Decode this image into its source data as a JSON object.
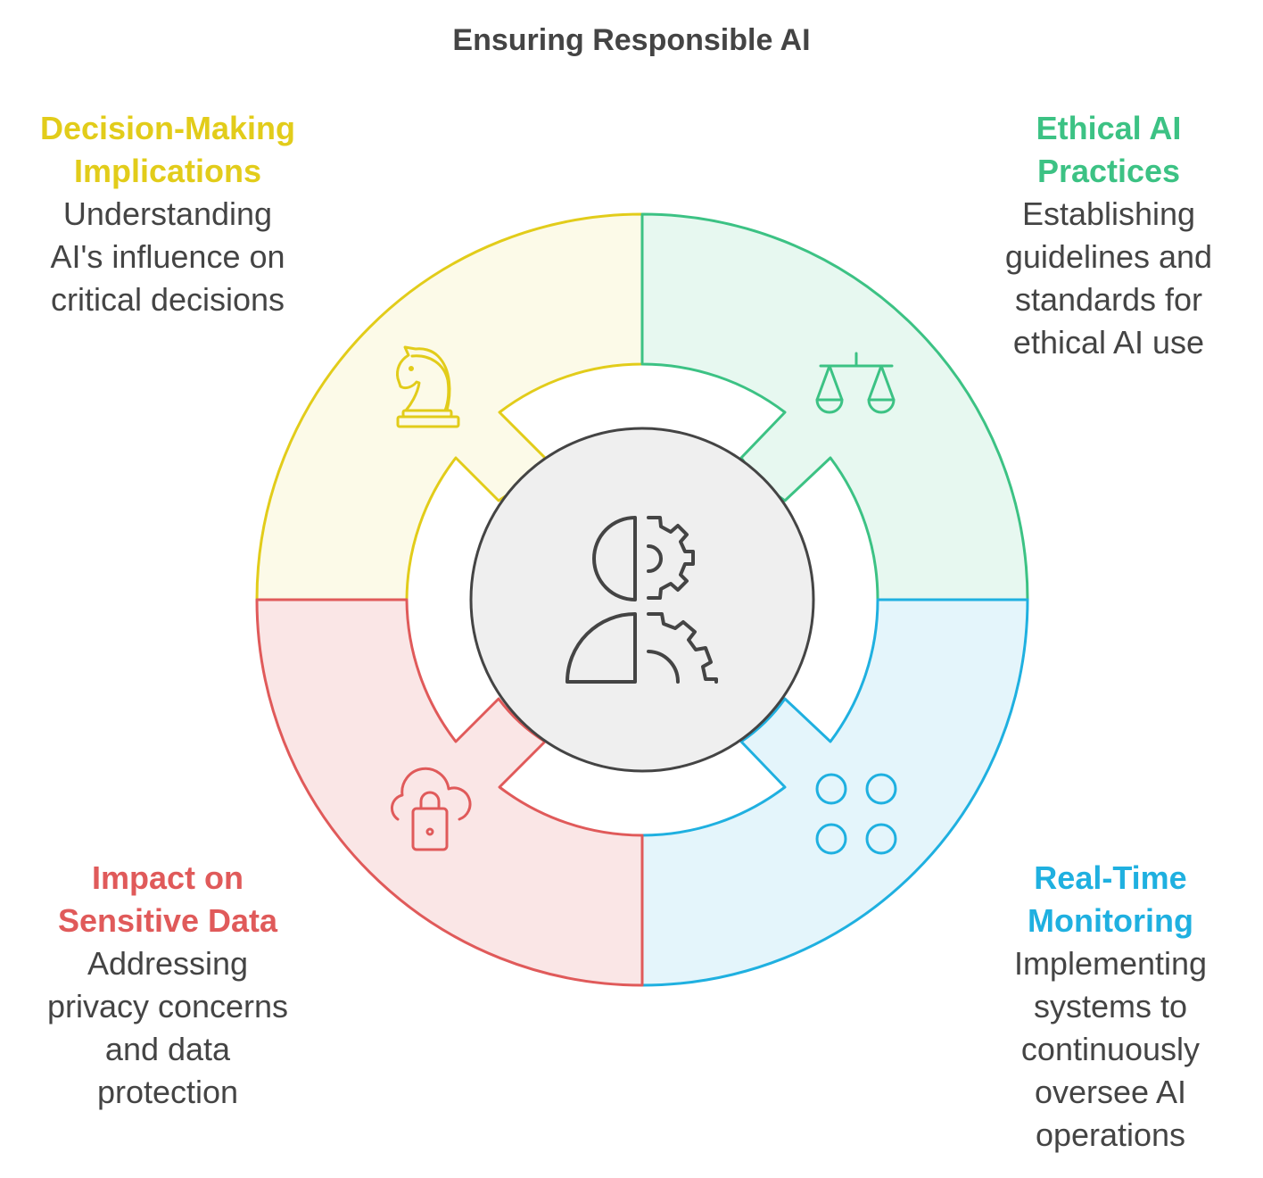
{
  "title": "Ensuring Responsible AI",
  "colors": {
    "decision": "#e2cc1a",
    "ethical": "#3cc284",
    "impact": "#e05a5a",
    "realtime": "#1fb0e0",
    "center_stroke": "#444444"
  },
  "sections": [
    {
      "id": "decision",
      "heading_lines": [
        "Decision-Making",
        "Implications"
      ],
      "desc_lines": [
        "Understanding",
        "AI's influence on",
        "critical decisions"
      ],
      "icon": "chess-knight-icon"
    },
    {
      "id": "ethical",
      "heading_lines": [
        "Ethical AI",
        "Practices"
      ],
      "desc_lines": [
        "Establishing",
        "guidelines and",
        "standards for",
        "ethical AI use"
      ],
      "icon": "balance-scale-icon"
    },
    {
      "id": "impact",
      "heading_lines": [
        "Impact on",
        "Sensitive Data"
      ],
      "desc_lines": [
        "Addressing",
        "privacy concerns",
        "and data",
        "protection"
      ],
      "icon": "cloud-lock-icon"
    },
    {
      "id": "realtime",
      "heading_lines": [
        "Real-Time",
        "Monitoring"
      ],
      "desc_lines": [
        "Implementing",
        "systems to",
        "continuously",
        "oversee AI",
        "operations"
      ],
      "icon": "four-circles-icon"
    }
  ],
  "center_icon": "human-gear-icon"
}
